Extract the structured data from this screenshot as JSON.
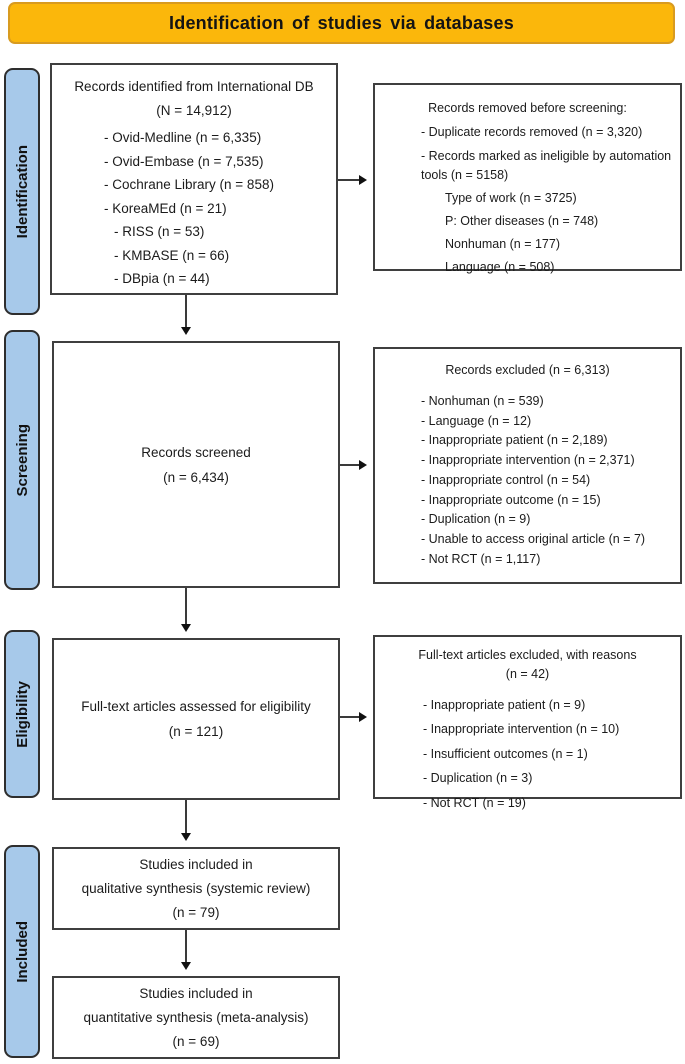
{
  "banner": {
    "title": "Identification of studies via databases"
  },
  "colors": {
    "banner_bg": "#FBB70B",
    "banner_border": "#D89B20",
    "stage_bg": "#A7C9EA",
    "box_border": "#3F3F3F",
    "arrow": "#111111"
  },
  "stages": [
    {
      "label": "Identification"
    },
    {
      "label": "Screening"
    },
    {
      "label": "Eligibility"
    },
    {
      "label": "Included"
    }
  ],
  "boxes": {
    "identified": {
      "line1": "Records identified from International DB",
      "line2": "(N = 14,912)",
      "items": [
        "- Ovid-Medline (n = 6,335)",
        "- Ovid-Embase (n = 7,535)",
        "- Cochrane Library (n = 858)",
        "- KoreaMEd (n = 21)",
        "- RISS (n = 53)",
        "- KMBASE (n = 66)",
        "- DBpia (n = 44)"
      ]
    },
    "removed": {
      "title": "Records removed before screening:",
      "item1": "- Duplicate records removed (n = 3,320)",
      "item2": "- Records marked as ineligible by automation tools (n = 5158)",
      "subitems": [
        "Type of work (n = 3725)",
        "P: Other diseases (n = 748)",
        "Nonhuman (n = 177)",
        "Language (n = 508)"
      ]
    },
    "screened": {
      "line1": "Records screened",
      "line2": "(n = 6,434)"
    },
    "excluded": {
      "title": "Records excluded (n = 6,313)",
      "items": [
        "- Nonhuman (n = 539)",
        "- Language (n = 12)",
        "- Inappropriate patient (n = 2,189)",
        "- Inappropriate intervention (n = 2,371)",
        "- Inappropriate control (n = 54)",
        "- Inappropriate outcome (n = 15)",
        "- Duplication (n = 9)",
        "- Unable to access original article (n = 7)",
        "- Not RCT (n = 1,117)"
      ]
    },
    "fulltext": {
      "line1": "Full-text articles assessed for eligibility",
      "line2": "(n = 121)"
    },
    "fulltext_excluded": {
      "title": "Full-text articles excluded, with reasons",
      "subtitle": "(n = 42)",
      "items": [
        "- Inappropriate patient (n = 9)",
        "- Inappropriate intervention (n = 10)",
        "- Insufficient outcomes (n = 1)",
        "- Duplication (n = 3)",
        "- Not RCT (n = 19)"
      ]
    },
    "qualitative": {
      "line1": "Studies included in",
      "line2": "qualitative synthesis (systemic review)",
      "line3": "(n = 79)"
    },
    "quantitative": {
      "line1": "Studies included in",
      "line2": "quantitative synthesis (meta-analysis)",
      "line3": "(n = 69)"
    }
  }
}
